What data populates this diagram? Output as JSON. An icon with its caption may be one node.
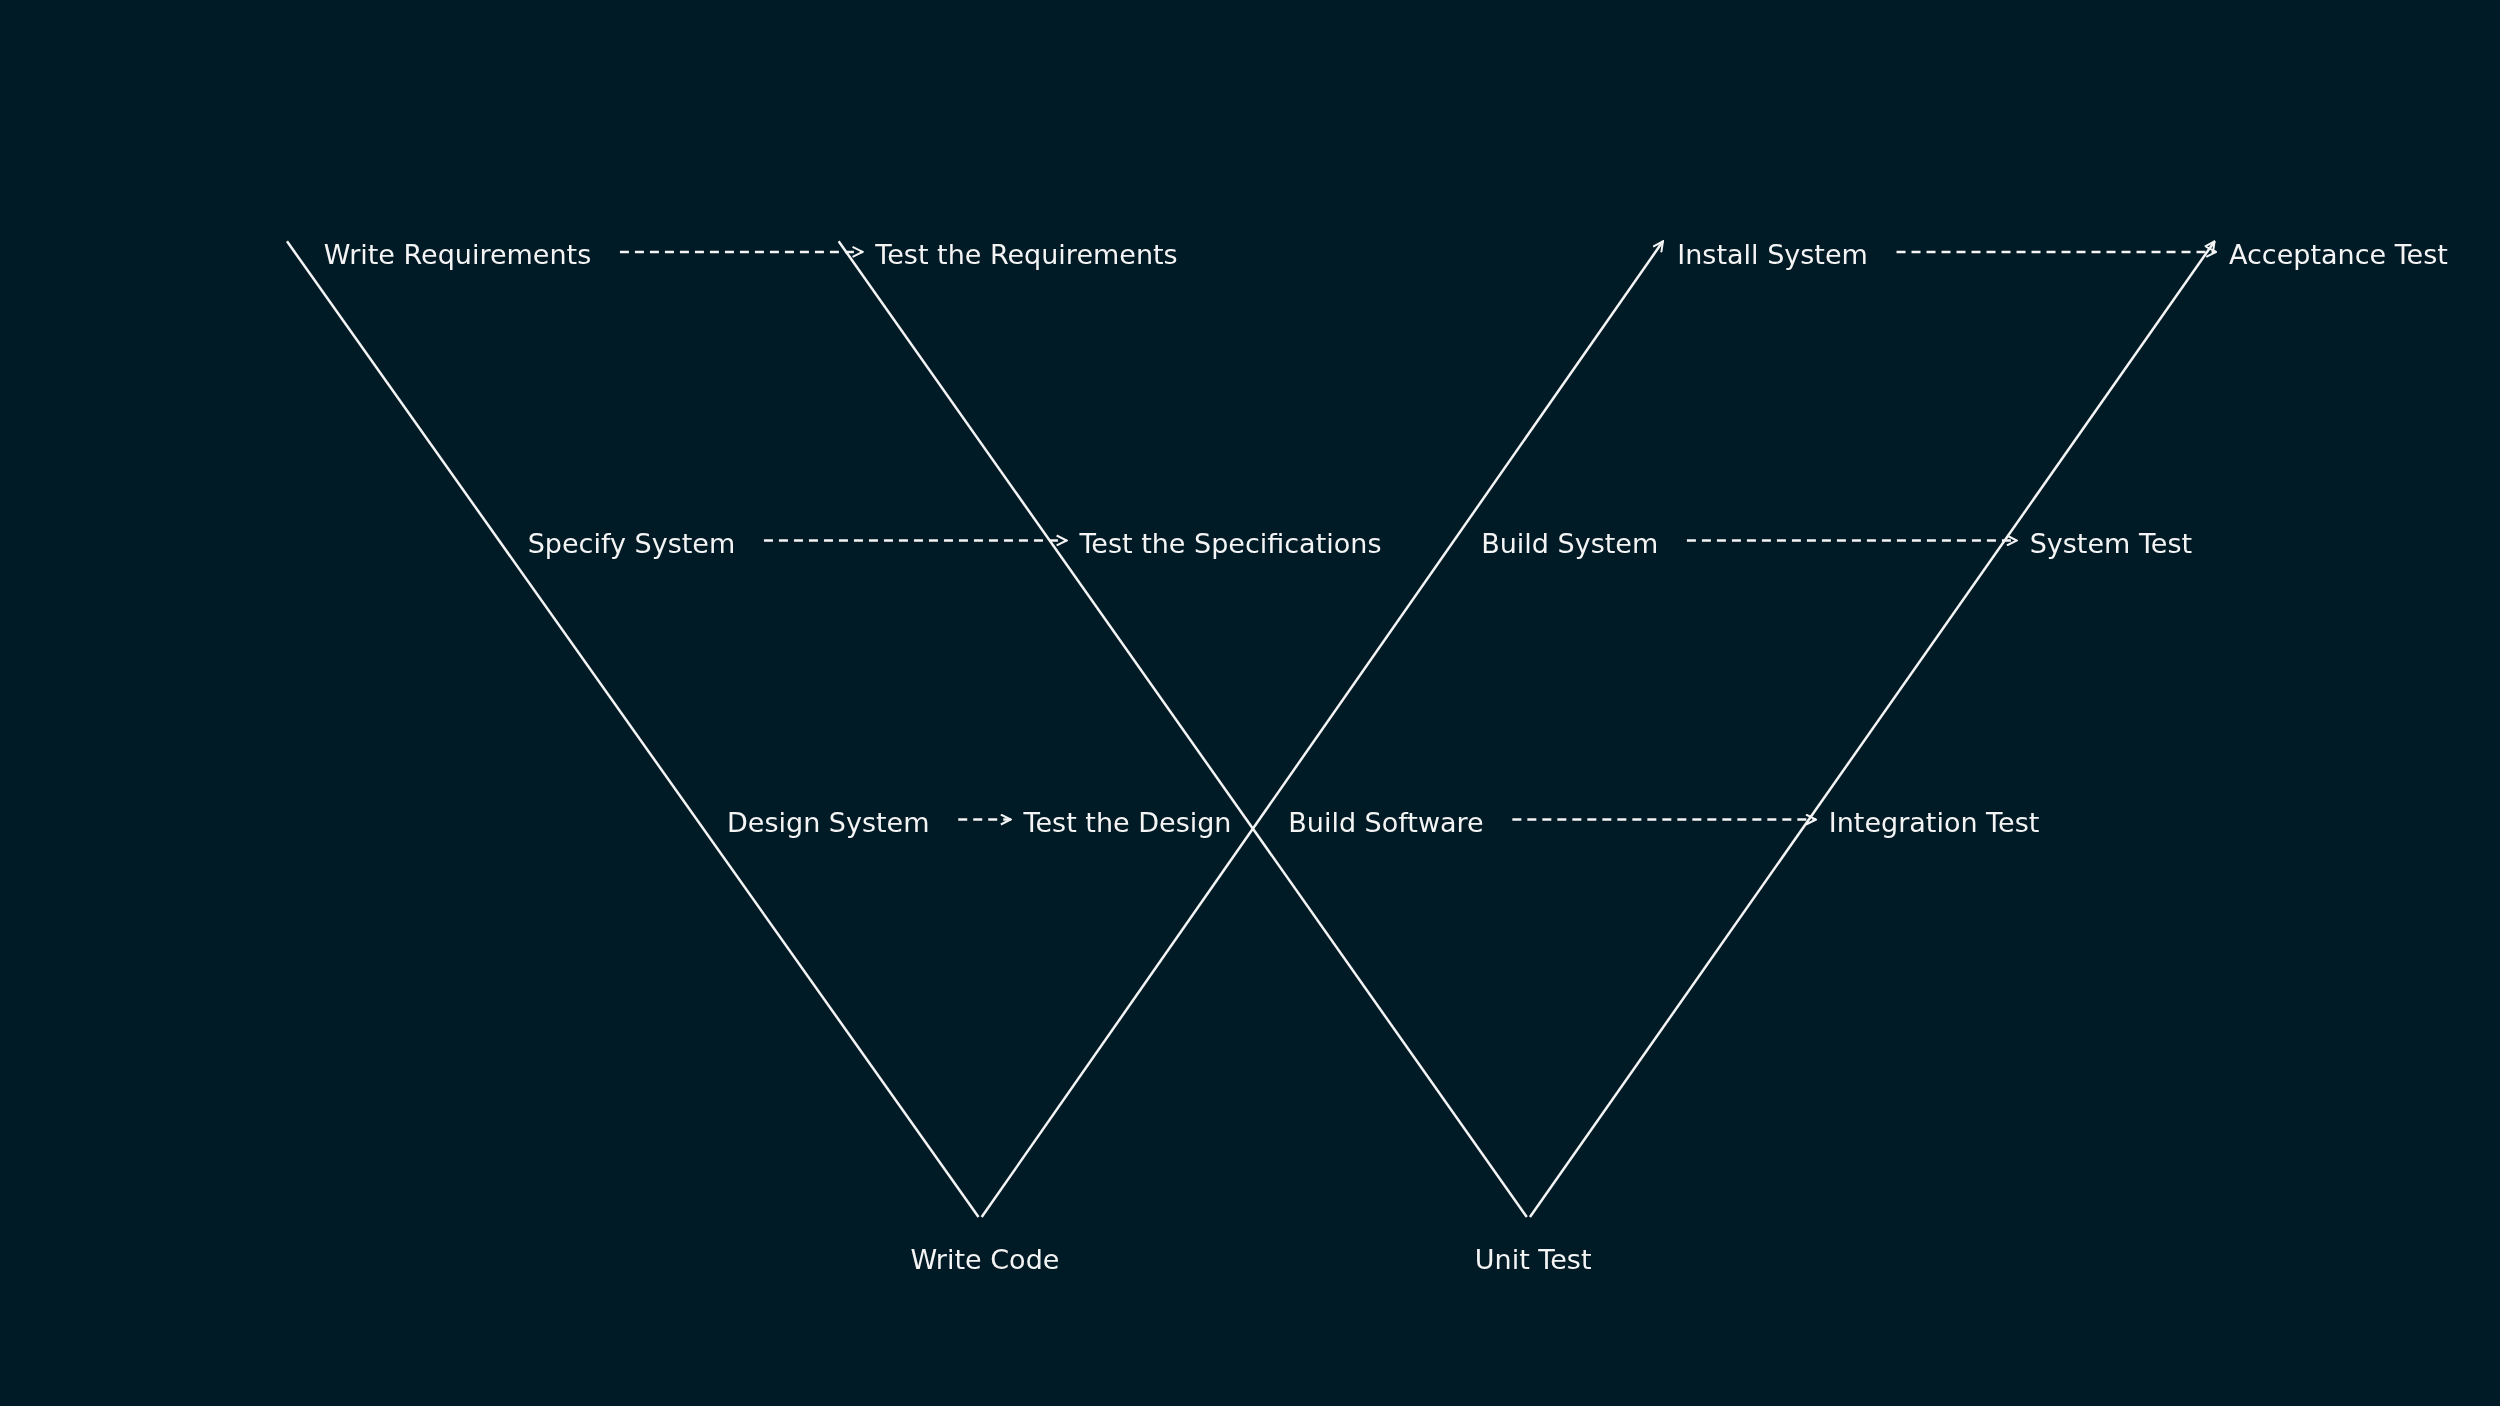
{
  "diagram": {
    "nodes": [
      {
        "text": [
          "Write Requirements"
        ]
      },
      {
        "text": [
          "Test the Requirements"
        ]
      },
      {
        "text": [
          "Install System"
        ]
      },
      {
        "text": [
          "Acceptance Test"
        ]
      },
      {
        "text": [
          "Specify System"
        ]
      },
      {
        "text": [
          "Test the Specifications"
        ]
      },
      {
        "text": [
          "Build System"
        ]
      },
      {
        "text": [
          "System Test"
        ]
      },
      {
        "text": [
          "Design System"
        ]
      },
      {
        "text": [
          "Test the Design"
        ]
      },
      {
        "text": [
          "Build Software"
        ]
      },
      {
        "text": [
          "Integration Test"
        ]
      },
      {
        "text": [
          "Write Code"
        ]
      },
      {
        "text": [
          "Unit Test"
        ]
      }
    ],
    "edges": [
      {
        "from": 0,
        "to": 12,
        "arrow": "none"
      },
      {
        "from": 12,
        "to": 2,
        "arrow": "to"
      },
      {
        "from": 1,
        "to": 13,
        "arrow": "none"
      },
      {
        "from": 13,
        "to": 3,
        "arrow": "to"
      },
      {
        "from": 0,
        "to": 1,
        "arrow": "to",
        "style": "dashed"
      },
      {
        "from": 2,
        "to": 3,
        "arrow": "to",
        "style": "dashed"
      },
      {
        "from": 4,
        "to": 5,
        "arrow": "to",
        "style": "dashed"
      },
      {
        "from": 6,
        "to": 7,
        "arrow": "to",
        "style": "dashed"
      },
      {
        "from": 8,
        "to": 9,
        "arrow": "to",
        "style": "dashed"
      },
      {
        "from": 10,
        "to": 11,
        "arrow": "to",
        "style": "dashed"
      }
    ]
  }
}
